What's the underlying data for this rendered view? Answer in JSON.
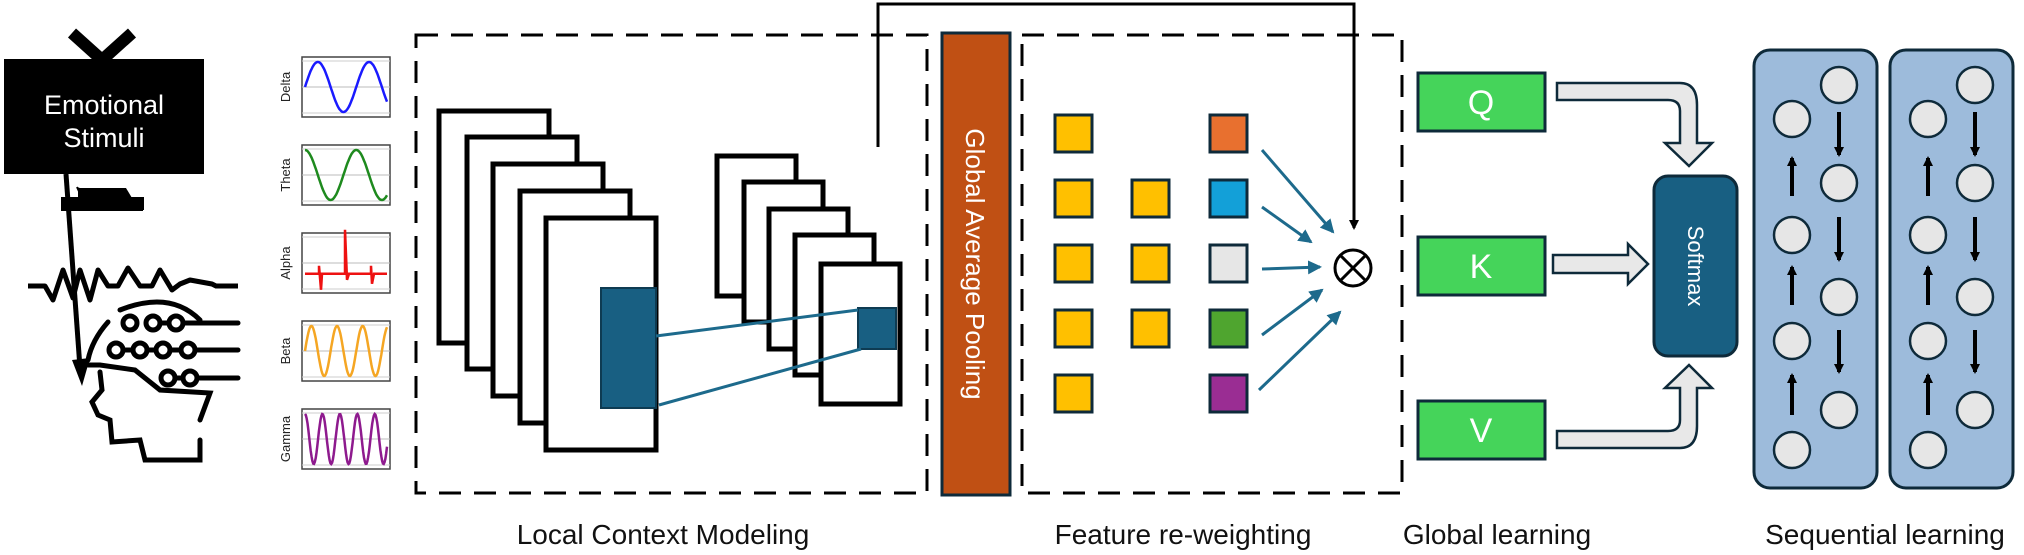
{
  "stimulus": {
    "line1": "Emotional",
    "line2": "Stimuli"
  },
  "eeg_bands": [
    {
      "name": "Delta",
      "color": "#1a1aff",
      "cycles": 1.6,
      "phase": 0
    },
    {
      "name": "Theta",
      "color": "#1e8a1e",
      "cycles": 1.6,
      "phase": 90
    },
    {
      "name": "Alpha",
      "color": "#ee1111",
      "cycles": 0,
      "phase": 0
    },
    {
      "name": "Beta",
      "color": "#f5a623",
      "cycles": 3.2,
      "phase": 0
    },
    {
      "name": "Gamma",
      "color": "#8e1a8e",
      "cycles": 4.7,
      "phase": 90
    }
  ],
  "gap_label": "Global Average Pooling",
  "feature_colors": [
    "#e8702f",
    "#13a0d8",
    "#e6e6e6",
    "#4fa52f",
    "#9a2d93"
  ],
  "qkv": [
    "Q",
    "K",
    "V"
  ],
  "softmax_label": "Softmax",
  "section_labels": {
    "local": "Local Context Modeling",
    "feature": "Feature re-weighting",
    "global": "Global learning",
    "sequential": "Sequential learning"
  },
  "colors": {
    "accent_blue": "#185f82",
    "gap_orange": "#c05014",
    "feature_yellow": "#ffc000",
    "qkv_green": "#45d45a",
    "seq_panel": "#9dbbdb",
    "node_fill": "#e6e6e6"
  }
}
